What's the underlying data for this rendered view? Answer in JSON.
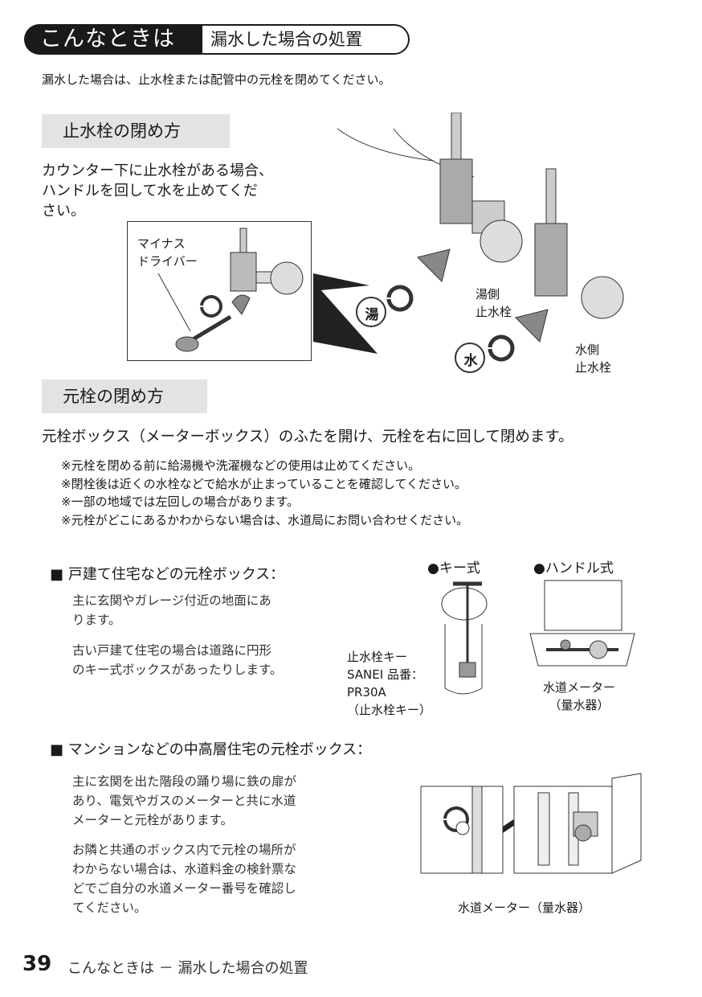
{
  "header": {
    "category": "こんなときは",
    "title": "漏水した場合の処置"
  },
  "intro": "漏水した場合は、止水栓または配管中の元栓を閉めてください。",
  "section1": {
    "title": "止水栓の閉め方",
    "body_lines": [
      "カウンター下に止水栓がある場合、",
      "ハンドルを回して水を止めてくだ",
      "さい。"
    ],
    "tool_label_lines": [
      "マイナス",
      "ドライバー"
    ],
    "hot_label_lines": [
      "湯側",
      "止水栓"
    ],
    "cold_label_lines": [
      "水側",
      "止水栓"
    ],
    "hot_badge": "湯",
    "cold_badge": "水"
  },
  "section2": {
    "title": "元栓の閉め方",
    "lead": "元栓ボックス（メーターボックス）のふたを開け、元栓を右に回して閉めます。",
    "notes": [
      "※元栓を閉める前に給湯機や洗濯機などの使用は止めてください。",
      "※閉栓後は近くの水栓などで給水が止まっていることを確認してください。",
      "※一部の地域では左回しの場合があります。",
      "※元栓がどこにあるかわからない場合は、水道局にお問い合わせください。"
    ]
  },
  "house": {
    "heading": "■ 戸建て住宅などの元栓ボックス：",
    "para1_lines": [
      "主に玄関やガレージ付近の地面にあ",
      "ります。"
    ],
    "para2_lines": [
      "古い戸建て住宅の場合は道路に円形",
      "のキー式ボックスがあったりします。"
    ],
    "key_type_label": "●キー式",
    "handle_type_label": "●ハンドル式",
    "key_caption_lines": [
      "止水栓キー",
      "SANEI 品番：",
      "PR30A",
      "（止水栓キー）"
    ],
    "meter_caption_lines": [
      "水道メーター",
      "（量水器）"
    ]
  },
  "mansion": {
    "heading": "■ マンションなどの中高層住宅の元栓ボックス：",
    "para1_lines": [
      "主に玄関を出た階段の踊り場に鉄の扉が",
      "あり、電気やガスのメーターと共に水道",
      "メーターと元栓があります。"
    ],
    "para2_lines": [
      "お隣と共通のボックス内で元栓の場所が",
      "わからない場合は、水道料金の検針票な",
      "どでご自分の水道メーター番号を確認し",
      "てください。"
    ],
    "meter_caption": "水道メーター（量水器）"
  },
  "footer": {
    "page_number": "39",
    "text": "こんなときは － 漏水した場合の処置"
  }
}
